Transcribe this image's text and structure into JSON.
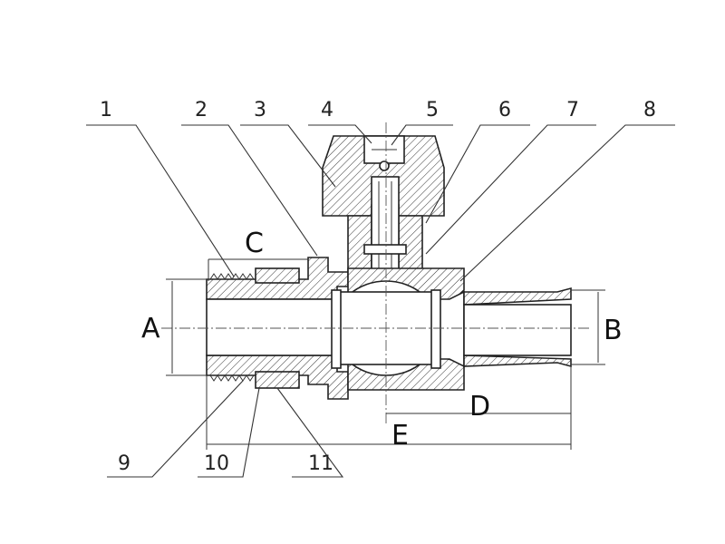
{
  "callouts": {
    "top": [
      "1",
      "2",
      "3",
      "4",
      "5",
      "6",
      "7",
      "8"
    ],
    "bottom": [
      "9",
      "10",
      "11"
    ]
  },
  "dimensions": {
    "A": "A",
    "B": "B",
    "C": "C",
    "D": "D",
    "E": "E"
  },
  "colors": {
    "line": "#222222",
    "background": "#ffffff"
  }
}
